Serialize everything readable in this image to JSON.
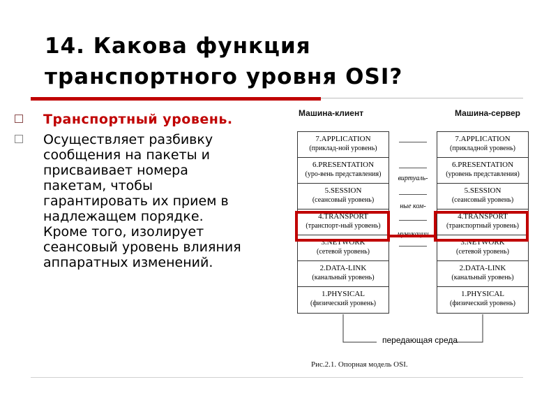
{
  "slide": {
    "title_lines": [
      "14. Какова функция",
      "транспортного уровня  OSI?"
    ],
    "bullets": [
      {
        "text": "Транспортный уровень.",
        "style": "heading"
      },
      {
        "text": "Осуществляет разбивку сообщения на пакеты и присваивает номера пакетам, чтобы гарантировать их прием в надлежащем порядке. Кроме того, изолирует сеансовый уровень влияния аппаратных изменений.",
        "style": "body"
      }
    ],
    "accent_color": "#c00000"
  },
  "diagram": {
    "client_label": "Машина-клиент",
    "server_label": "Машина-сервер",
    "client_layers": [
      {
        "name": "7.APPLICATION",
        "desc": "(приклад-ной уровень)"
      },
      {
        "name": "6.PRESENTATION",
        "desc": "(уро-вень представления)"
      },
      {
        "name": "5.SESSION",
        "desc": "(сеансовый уровень)"
      },
      {
        "name": "4.TRANSPORT",
        "desc": "(транспорт-ный уровень)"
      },
      {
        "name": "3.NETWORK",
        "desc": "(сетевой уровень)"
      },
      {
        "name": "2.DATA-LINK",
        "desc": "(канальный уровень)"
      },
      {
        "name": "1.PHYSICAL",
        "desc": "(физический уровень)"
      }
    ],
    "server_layers": [
      {
        "name": "7.APPLICATION",
        "desc": "(прикладной уровень)"
      },
      {
        "name": "6.PRESENTATION",
        "desc": "(уровень представления)"
      },
      {
        "name": "5.SESSION",
        "desc": "(сеансовый уровень)"
      },
      {
        "name": "4.TRANSPORT",
        "desc": "(транспортный уровень)"
      },
      {
        "name": "3.NETWORK",
        "desc": "(сетевой уровень)"
      },
      {
        "name": "2.DATA-LINK",
        "desc": "(канальный уровень)"
      },
      {
        "name": "1.PHYSICAL",
        "desc": "(физический уровень)"
      }
    ],
    "virtual_comm": [
      "виртуаль-",
      "ные ком-",
      "муникации"
    ],
    "medium_label": "передающая среда",
    "caption": "Рис.2.1. Опорная модель OSI.",
    "highlight_layer": "4.TRANSPORT"
  }
}
